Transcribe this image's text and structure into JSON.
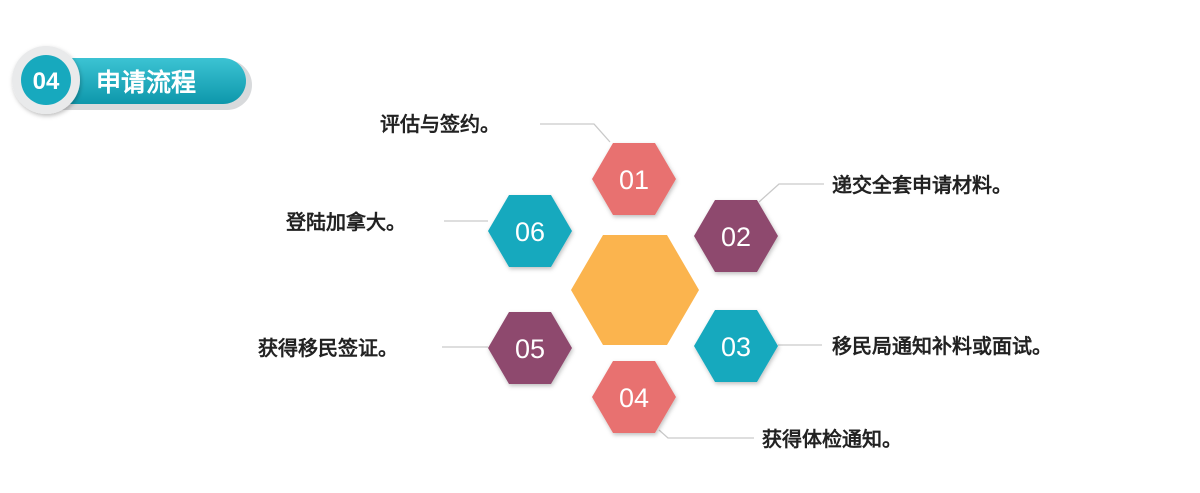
{
  "header": {
    "number": "04",
    "title": "申请流程"
  },
  "center": {
    "color": "#FBB44E"
  },
  "steps": [
    {
      "id": "01",
      "label": "评估与签约。",
      "color": "#E8716F"
    },
    {
      "id": "02",
      "label": "递交全套申请材料。",
      "color": "#8E4A6E"
    },
    {
      "id": "03",
      "label": "移民局通知补料或面试。",
      "color": "#17A9BE"
    },
    {
      "id": "04",
      "label": "获得体检通知。",
      "color": "#E8716F"
    },
    {
      "id": "05",
      "label": "获得移民签证。",
      "color": "#8E4A6E"
    },
    {
      "id": "06",
      "label": "登陆加拿大。",
      "color": "#17A9BE"
    }
  ]
}
